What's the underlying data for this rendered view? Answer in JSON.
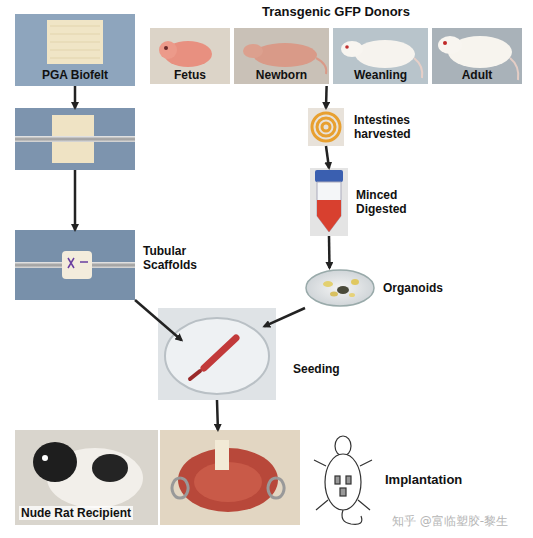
{
  "diagram": {
    "nodes": [
      {
        "text": [
          "PGA Biofelt"
        ]
      },
      {
        "text": [
          "Transgenic GFP Donors"
        ]
      },
      {
        "text": [
          "Fetus"
        ],
        "in": 1
      },
      {
        "text": [
          "Newborn"
        ],
        "in": 1
      },
      {
        "text": [
          "Weanling"
        ],
        "in": 1
      },
      {
        "text": [
          "Adult"
        ],
        "in": 1
      },
      {
        "text": []
      },
      {
        "text": [
          "Intestines harvested"
        ]
      },
      {
        "text": [
          "Tubular Scaffolds"
        ]
      },
      {
        "text": [
          "Minced Digested"
        ]
      },
      {
        "text": [
          "Organoids"
        ]
      },
      {
        "text": [
          "Seeding"
        ]
      },
      {
        "text": [
          "Nude Rat Recipient"
        ]
      },
      {
        "text": [
          "Implantation"
        ]
      }
    ],
    "edges": [
      {
        "from": 0,
        "to": 6,
        "arrow": "to"
      },
      {
        "from": 6,
        "to": 8,
        "arrow": "to"
      },
      {
        "from": 1,
        "to": 7,
        "arrow": "to"
      },
      {
        "from": 7,
        "to": 9,
        "arrow": "to"
      },
      {
        "from": 9,
        "to": 10,
        "arrow": "to"
      },
      {
        "from": 8,
        "to": 11,
        "arrow": "to"
      },
      {
        "from": 10,
        "to": 11,
        "arrow": "to"
      },
      {
        "from": 11,
        "to": 13,
        "arrow": "to"
      }
    ],
    "labels": [
      "知乎 @富临塑胶-黎生"
    ]
  }
}
